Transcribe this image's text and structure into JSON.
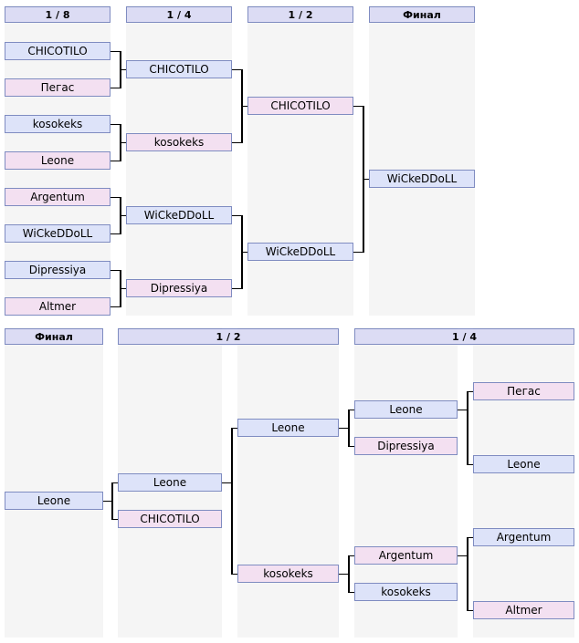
{
  "top_bracket": {
    "headers": [
      "1 / 8",
      "1 / 4",
      "1 / 2",
      "Финал"
    ],
    "round_of_16": [
      {
        "name": "CHICOTILO",
        "style": "a"
      },
      {
        "name": "Пегас",
        "style": "b"
      },
      {
        "name": "kosokeks",
        "style": "a"
      },
      {
        "name": "Leone",
        "style": "b"
      },
      {
        "name": "Argentum",
        "style": "b"
      },
      {
        "name": "WiCkeDDoLL",
        "style": "a"
      },
      {
        "name": "Dipressiya",
        "style": "a"
      },
      {
        "name": "Altmer",
        "style": "b"
      }
    ],
    "quarterfinal": [
      {
        "name": "CHICOTILO",
        "style": "a"
      },
      {
        "name": "kosokeks",
        "style": "b"
      },
      {
        "name": "WiCkeDDoLL",
        "style": "a"
      },
      {
        "name": "Dipressiya",
        "style": "b"
      }
    ],
    "semifinal": [
      {
        "name": "CHICOTILO",
        "style": "b"
      },
      {
        "name": "WiCkeDDoLL",
        "style": "a"
      }
    ],
    "final": [
      {
        "name": "WiCkeDDoLL",
        "style": "a"
      }
    ]
  },
  "bottom_bracket": {
    "headers": [
      "Финал",
      "1 / 2",
      "1 / 4"
    ],
    "final": [
      {
        "name": "Leone",
        "style": "a"
      }
    ],
    "semifinal": [
      {
        "name": "Leone",
        "style": "a"
      },
      {
        "name": "CHICOTILO",
        "style": "b"
      }
    ],
    "semifinal_inner": [
      {
        "name": "Leone",
        "style": "a"
      },
      {
        "name": "kosokeks",
        "style": "b"
      }
    ],
    "quarterfinal_inner": [
      {
        "name": "Leone",
        "style": "a"
      },
      {
        "name": "Dipressiya",
        "style": "b"
      },
      {
        "name": "Argentum",
        "style": "b"
      },
      {
        "name": "kosokeks",
        "style": "a"
      }
    ],
    "quarterfinal_outer": [
      {
        "name": "Пегас",
        "style": "b"
      },
      {
        "name": "Leone",
        "style": "a"
      },
      {
        "name": "Argentum",
        "style": "a"
      },
      {
        "name": "Altmer",
        "style": "b"
      }
    ]
  },
  "colors": {
    "header_bg": "#dcdcf4",
    "border": "#7f8cc1",
    "player_blue": "#dde3f9",
    "player_pink": "#f3e0f1",
    "column_bg": "#f5f5f5",
    "connector": "#000000"
  }
}
